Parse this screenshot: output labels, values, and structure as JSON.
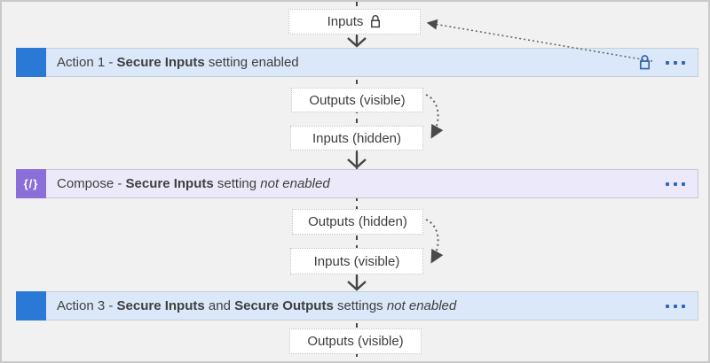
{
  "colors": {
    "canvas_bg": "#f1f1f1",
    "action_bar_bg": "#dbe8f9",
    "action_icon_bg": "#2b79d7",
    "compose_bar_bg": "#eceafa",
    "compose_icon_bg": "#8a6fd8",
    "ellipsis_color": "#3268b3",
    "lock_blue": "#2d66b8",
    "text_color": "#3f3f3f",
    "connector_color": "#474747"
  },
  "top_box": {
    "label": "Inputs"
  },
  "bars": {
    "action1": {
      "seg1": "Action 1 - ",
      "seg2_bold": "Secure Inputs",
      "seg3": " setting enabled",
      "seg4_bold": "",
      "seg5": "",
      "seg6_italic": ""
    },
    "compose": {
      "icon_glyph": "{/}",
      "seg1": "Compose - ",
      "seg2_bold": "Secure Inputs",
      "seg3": " setting ",
      "seg4_bold": "",
      "seg5": "",
      "seg6_italic": "not enabled"
    },
    "action3": {
      "seg1": "Action 3 - ",
      "seg2_bold": "Secure Inputs",
      "seg3": " and ",
      "seg4_bold": "Secure Outputs",
      "seg5": " settings ",
      "seg6_italic": "not enabled"
    }
  },
  "io_boxes": {
    "outputs_visible_1": "Outputs (visible)",
    "inputs_hidden": "Inputs (hidden)",
    "outputs_hidden": "Outputs (hidden)",
    "inputs_visible": "Inputs (visible)",
    "outputs_visible_2": "Outputs (visible)"
  }
}
